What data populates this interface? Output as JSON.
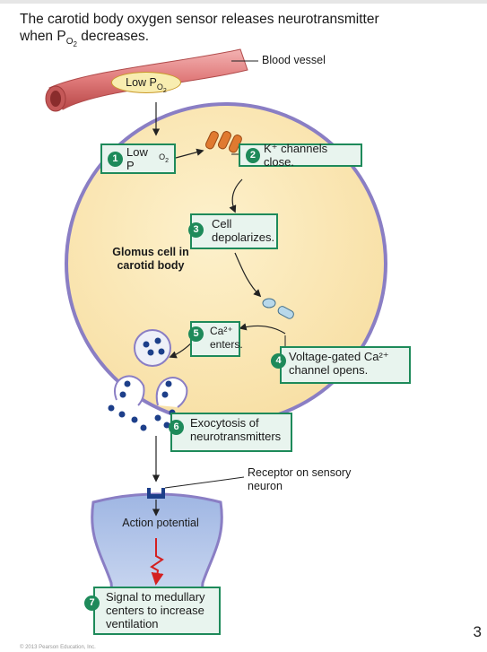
{
  "title": {
    "line1": "The carotid body oxygen sensor releases neurotransmitter",
    "line2_prefix": "when P",
    "line2_sub": "O",
    "line2_subsub": "2",
    "line2_suffix": " decreases."
  },
  "labels": {
    "blood_vessel": "Blood vessel",
    "glomus_cell": "Glomus cell in carotid body",
    "receptor": "Receptor on sensory neuron",
    "action_potential": "Action potential"
  },
  "oval_low_po2": "Low P",
  "steps": [
    {
      "num": "1",
      "text": "Low P"
    },
    {
      "num": "2",
      "text": "K⁺ channels close."
    },
    {
      "num": "3",
      "text": "Cell depolarizes."
    },
    {
      "num": "4",
      "text": "Voltage-gated Ca²⁺ channel opens."
    },
    {
      "num": "5",
      "text": "Ca²⁺ enters."
    },
    {
      "num": "6",
      "text": "Exocytosis of neurotransmitters"
    },
    {
      "num": "7",
      "text": "Signal to medullary centers to increase ventilation"
    }
  ],
  "page_number": "3",
  "copyright": "© 2013 Pearson Education, Inc.",
  "colors": {
    "cell_fill": "#fbe6b2",
    "cell_border": "#8a7ec4",
    "box_fill": "#e8f4ee",
    "box_border": "#1e8a5a",
    "vessel": "#e07a7a",
    "neuron_fill": "#b8c9ea",
    "vesicle_dot": "#1d3f8a",
    "signal_arrow": "#d42020"
  }
}
